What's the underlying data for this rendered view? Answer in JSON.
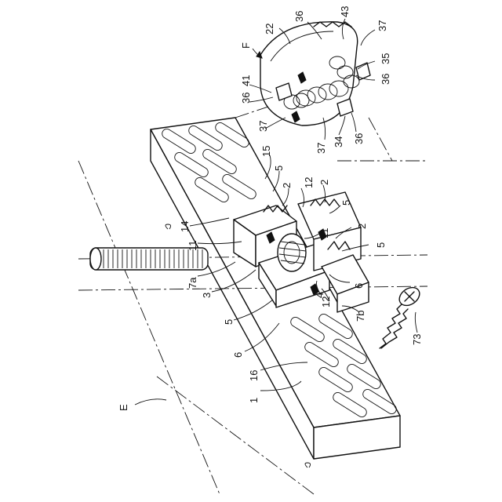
{
  "labels": {
    "F": "F",
    "E": "E",
    "l22": "22",
    "l36a": "36",
    "l43": "43",
    "l37a": "37",
    "l35": "35",
    "l36b": "36",
    "l41": "41",
    "l36c": "36",
    "l36d": "36",
    "l37b": "37",
    "l34": "34",
    "l37c": "37",
    "l15": "15",
    "l5a": "5",
    "l2a": "2",
    "l12a": "12",
    "l2b": "2",
    "l5b": "5",
    "l14": "14",
    "l11a": "11",
    "l11b": "11",
    "l2c": "2",
    "l5c": "5",
    "l7a": "7a",
    "l3": "3",
    "l6a": "6",
    "l4": "4",
    "l12b": "12",
    "l5d": "5",
    "l7b": "7b",
    "l73": "73",
    "l6b": "6",
    "l16": "16",
    "l1": "1"
  },
  "colors": {
    "ink": "#111111",
    "paper": "#ffffff"
  }
}
